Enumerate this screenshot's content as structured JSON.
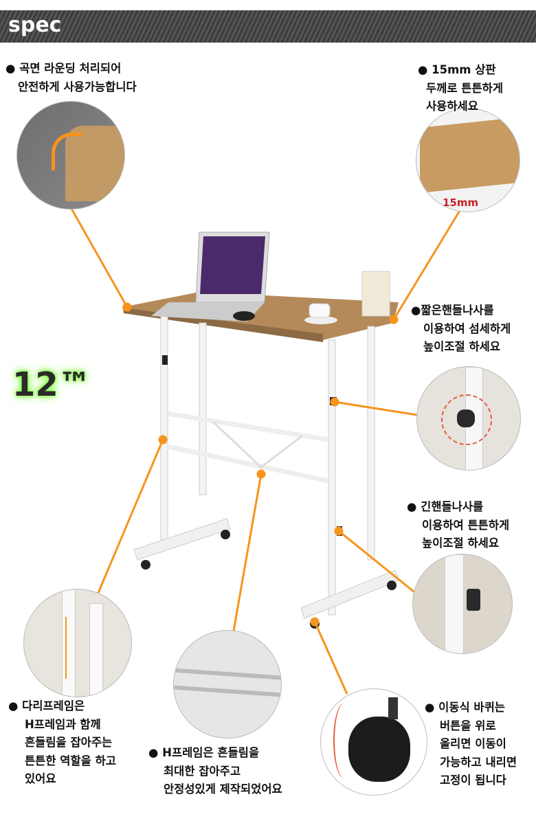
{
  "header": {
    "title": "spec"
  },
  "badge": {
    "text": "12™",
    "glow_color": "#7cff3c"
  },
  "accent_color": "#f7941d",
  "callouts": {
    "rounded_edge": {
      "lines": [
        "● 곡면 라운딩 처리되어",
        "  안전하게 사용가능합니다"
      ]
    },
    "top_thickness": {
      "lines": [
        "● 15mm 상판",
        "두께로 튼튼하게",
        "사용하세요"
      ],
      "photo_label": "15mm"
    },
    "short_handle": {
      "lines": [
        "●짧은핸들나사를",
        "이용하여 섬세하게",
        "높이조절 하세요"
      ]
    },
    "long_handle": {
      "lines": [
        "● 긴핸들나사를",
        "이용하여 튼튼하게",
        "높이조절 하세요"
      ]
    },
    "leg_frame": {
      "lines": [
        "● 다리프레임은",
        "H프레임과 함께",
        "흔들림을 잡아주는",
        "튼튼한 역할을 하고",
        "있어요"
      ]
    },
    "h_frame": {
      "lines": [
        "● H프레임은 흔들림을",
        "최대한 잡아주고",
        "안정성있게 제작되었어요"
      ]
    },
    "caster": {
      "lines": [
        "● 이동식 바퀴는",
        "버튼을 위로",
        "올리면 이동이",
        "가능하고 내리면",
        "고정이 됩니다"
      ]
    }
  }
}
